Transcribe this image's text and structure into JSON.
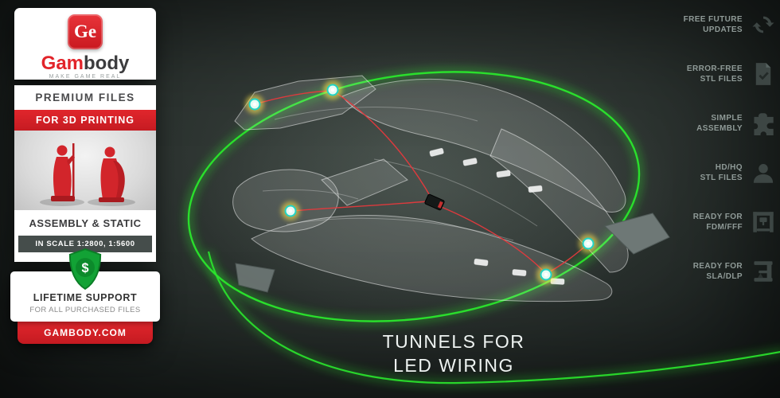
{
  "brand": {
    "monogram": "Ge",
    "name_red": "Gam",
    "name_dark": "body",
    "tagline": "MAKE GAME REAL",
    "premium_line": "PREMIUM FILES",
    "printing_line": "FOR 3D PRINTING",
    "assembly_line": "ASSEMBLY & STATIC",
    "scale_line": "IN SCALE 1:2800, 1:5600",
    "shield_symbol": "$",
    "support_title": "LIFETIME SUPPORT",
    "support_subtitle": "FOR ALL PURCHASED FILES",
    "website": "GAMBODY.COM"
  },
  "caption": {
    "line1": "TUNNELS FOR",
    "line2": "LED WIRING"
  },
  "features": [
    {
      "line1": "FREE FUTURE",
      "line2": "UPDATES",
      "icon": "future-updates-icon"
    },
    {
      "line1": "ERROR-FREE",
      "line2": "STL FILES",
      "icon": "error-free-files-icon"
    },
    {
      "line1": "SIMPLE",
      "line2": "ASSEMBLY",
      "icon": "simple-assembly-icon"
    },
    {
      "line1": "HD/HQ",
      "line2": "STL FILES",
      "icon": "hd-quality-icon"
    },
    {
      "line1": "READY FOR",
      "line2": "FDM/FFF",
      "icon": "fdm-printer-icon"
    },
    {
      "line1": "READY FOR",
      "line2": "SLA/DLP",
      "icon": "sla-printer-icon"
    }
  ],
  "colors": {
    "brand_red": "#d8232a",
    "ring_green": "#2ae62c",
    "led_ring_cyan": "#22d3c4",
    "led_glow_yellow": "#ffe94d",
    "wire_red": "#e6393d",
    "feature_text": "#8f9a97"
  }
}
